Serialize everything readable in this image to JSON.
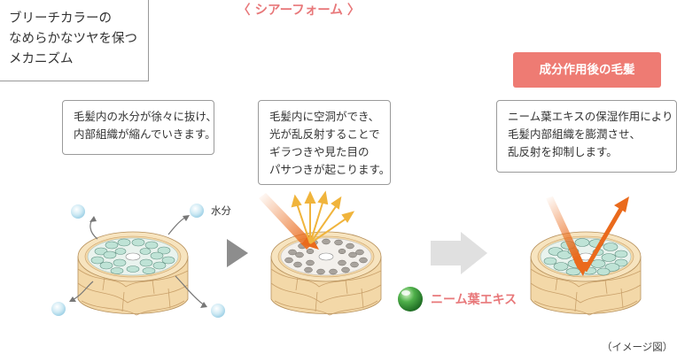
{
  "title": {
    "line1": "ブリーチカラーの",
    "line2": "なめらかなツヤを保つ",
    "line3": "メカニズム"
  },
  "header_label": "〈 シアーフォーム 〉",
  "callouts": {
    "left": {
      "line1": "毛髪内の水分が徐々に抜け、",
      "line2": "内部組織が縮んでいきます。"
    },
    "middle": {
      "line1": "毛髪内に空洞ができ、",
      "line2": "光が乱反射することで",
      "line3": "ギラつきや見た目の",
      "line4": "パサつきが起こります。"
    },
    "right": {
      "line1": "ニーム葉エキスの保湿作用により",
      "line2": "毛髪内部組織を膨潤させ、",
      "line3": "乱反射を抑制します。"
    }
  },
  "badge": "成分作用後の毛髪",
  "water_label": "水分",
  "neem_label": "ニーム葉エキス",
  "image_note": "（イメージ図）",
  "colors": {
    "accent_pink": "#e8787a",
    "badge_bg": "#ee7b73",
    "cuticle": "#f3d8a8",
    "cortex_green": "#bfe3d6",
    "cortex_gray": "#a8a39d",
    "light_orange": "#f0b43c",
    "reflect_orange": "#ea6a1c",
    "arrow_gray": "#aaaaaa",
    "droplet_blue": "#bfe4f1",
    "neem_green": "#3b9a3b"
  }
}
